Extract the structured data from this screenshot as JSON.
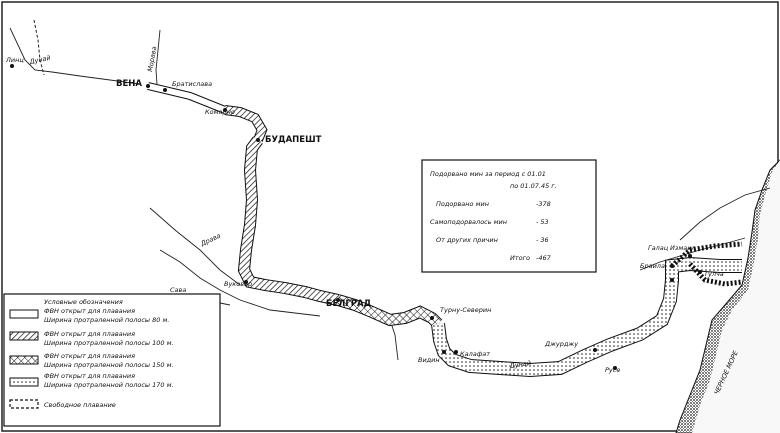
{
  "cities": {
    "vienna": "ВЕНА",
    "bratislava": "Братислава",
    "komarno": "Комарно",
    "budapest": "БУДАПЕШТ",
    "vukovar": "Вуковар",
    "belgrade": "БЕЛГРАД",
    "turnu_severin": "Турну-Северин",
    "vidin": "Видин",
    "calafat": "Калафат",
    "giurgiu": "Джурджу",
    "ruse": "Русе",
    "galati": "Галац",
    "izmail": "Измаил",
    "braila": "Браила",
    "tulcea": "Тулча",
    "linz": "Линц"
  },
  "rivers": {
    "danube_upper": "Дунай",
    "morava": "Морава",
    "drava": "Драва",
    "sava": "Сава",
    "danube_lower": "Дунай"
  },
  "sea_label": "ЧЕРНОЕ МОРЕ",
  "stats_box": {
    "title_line1": "Подорвано мин за период с 01.01",
    "title_line2": "по 01.07.45 г.",
    "rows": [
      {
        "label": "Подорвано мин",
        "value": "-378"
      },
      {
        "label": "Самоподорвалось мин",
        "value": "- 53"
      },
      {
        "label": "От других причин",
        "value": "- 36"
      }
    ],
    "total_label": "Итого",
    "total_value": "-467"
  },
  "legend": {
    "title": "Условные обозначения",
    "items": [
      {
        "line1": "ФВН открыт для плавания",
        "line2": "Ширина протраленной полосы 80 м.",
        "pattern": "plain"
      },
      {
        "line1": "ФВН открыт для плавания",
        "line2": "Ширина протраленной полосы 100 м.",
        "pattern": "hatch"
      },
      {
        "line1": "ФВН открыт для плавания",
        "line2": "Ширина протраленной полосы 150 м.",
        "pattern": "crosshatch"
      },
      {
        "line1": "ФВН открыт для плавания",
        "line2": "Ширина протраленной полосы 170 м.",
        "pattern": "dots"
      },
      {
        "line1": "Свободное плавание",
        "line2": "",
        "pattern": "dashed"
      }
    ]
  }
}
